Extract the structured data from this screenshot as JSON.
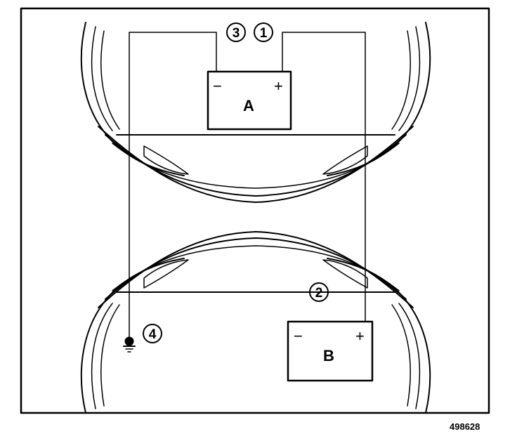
{
  "battery_a": {
    "label": "A",
    "negative": "−",
    "positive": "+"
  },
  "battery_b": {
    "label": "B",
    "negative": "−",
    "positive": "+"
  },
  "callouts": {
    "c1": "1",
    "c2": "2",
    "c3": "3",
    "c4": "4"
  },
  "figure_number": "498628",
  "colors": {
    "ink": "#000000",
    "background": "#ffffff"
  }
}
